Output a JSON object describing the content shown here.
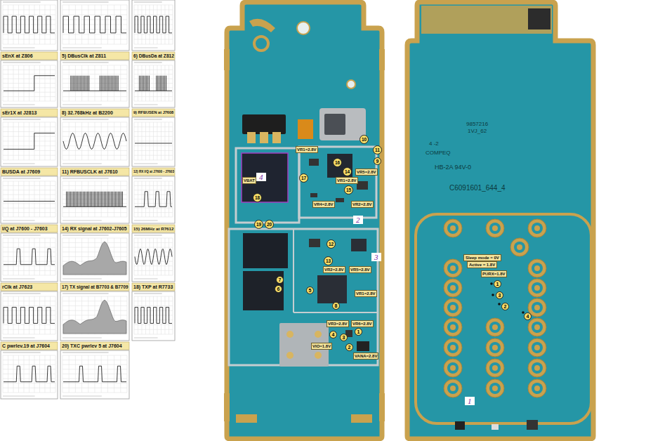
{
  "diagram": {
    "labels": [
      "sEnX at Z806",
      "5) DBusClk at Z811",
      "6) DBusDa at Z812",
      "sEr1X at J2813",
      "8) 32.768kHz at B2200",
      "9) RFBUSEN at J7608",
      "BUSDA at J7609",
      "11) RFBUSCLK at J7610",
      "12) RX I/Q at J7600 - J7603",
      "I/Q at J7600 - J7603",
      "14) RX signal at J7602-J7605",
      "15) 26MHz at R7612",
      "rClk at J7623",
      "17) TX signal at B7703 & B7709",
      "18) TXP at R7733",
      "C pwrlev.19 at J7604",
      "20) TXC pwrlev 5 at J7604",
      "VBAT",
      "VR1=2.8V",
      "10",
      "11",
      "9",
      "VR5=2.8V",
      "4",
      "18",
      "17",
      "16",
      "14",
      "VR1=2.8V",
      "15",
      "VR4=2.8V",
      "VR2=2.8V",
      "19",
      "20",
      "2",
      "12",
      "13",
      "3",
      "VR2=2.8V",
      "VR5=2.8V",
      "7",
      "6",
      "5",
      "VR1=2.8V",
      "8",
      "VR3=2.8V",
      "VR6=2.8V",
      "4",
      "3",
      "1",
      "VIO=1.8V",
      "2",
      "VANA=2.8V",
      "9857216",
      "1VJ_62",
      "4 -2",
      "COMPEQ",
      "HB-2A 94V-0",
      "C6091601_644_4",
      "Sleep mode = 0V",
      "Active = 1.8V",
      "PURX=1.8V",
      "1",
      "3",
      "2",
      "4",
      "1"
    ]
  }
}
